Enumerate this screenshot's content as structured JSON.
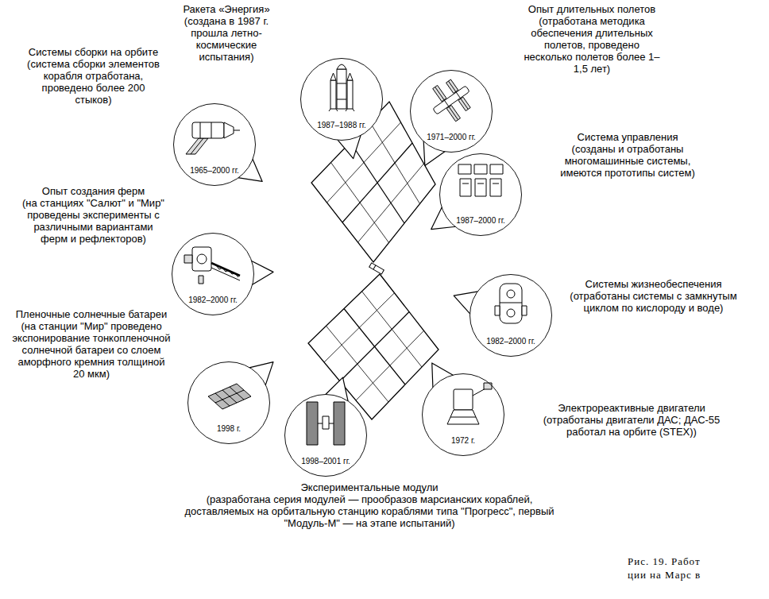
{
  "diagram": {
    "caption": "Рис. 19. Работ ции на Марс в",
    "nodes": [
      {
        "text": [
          "1987–1988 гг."
        ]
      },
      {
        "text": [
          "1971–2000 гг."
        ]
      },
      {
        "text": [
          "1965–2000 гг."
        ]
      },
      {
        "text": [
          "1987–2000 гг."
        ]
      },
      {
        "text": [
          "1982–2000 гг."
        ]
      },
      {
        "text": [
          "1982–2000 гг."
        ]
      },
      {
        "text": [
          "1998 г."
        ]
      },
      {
        "text": [
          "1972 г."
        ]
      },
      {
        "text": [
          "1998–2001 гг."
        ]
      }
    ],
    "labels": [
      "Ракета «Энергия»",
      "(создана в 1987 г. прошла летно-космические испытания)",
      "Опыт длительных полетов",
      "(отработана методика обеспечения длительных полетов, проведено несколько полетов более 1–1,5 лет)",
      "Системы сборки на орбите",
      "(система сборки элементов корабля отработана, проведено более 200 стыков)",
      "Система управления",
      "(созданы и отработаны многомашинные системы, имеются прототипы систем)",
      "Опыт создания ферм",
      "(на станциях \"Салют\" и \"Мир\" проведены эксперименты с различными вариантами ферм и рефлекторов)",
      "Системы жизнеобеспечения",
      "(отработаны системы с замкнутым циклом по кислороду и воде)",
      "Пленочные солнечные батареи",
      "(на станции \"Мир\" проведено экспонирование тонкопленочной солнечной батареи со слоем аморфного кремния толщиной 20 мкм)",
      "Электрореактивные двигатели",
      "(отработаны двигатели ДАС; ДАС-55 работал на орбите (STEX))",
      "Экспериментальные модули",
      "(разработана серия модулей — прообразов марсианских кораблей, доставляемых на орбитальную станцию кораблями типа \"Прогресс\", первый \"Модуль-М\" — на этапе испытаний)"
    ]
  }
}
